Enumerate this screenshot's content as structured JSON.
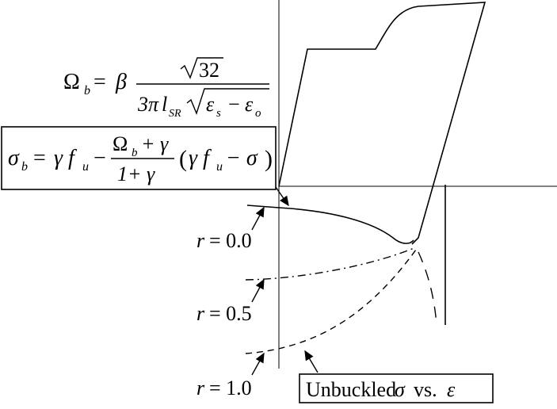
{
  "equations": {
    "omega_b": {
      "lhs": "Ω",
      "lhs_sub": "b",
      "equals": "=",
      "coef": "β",
      "num_root": "32",
      "den_lead": "3π",
      "den_l": "l",
      "den_l_sub": "SR",
      "den_eps_s": "ε",
      "den_eps_s_sub": "s",
      "den_minus": "−",
      "den_eps_o": "ε",
      "den_eps_o_sub": "o"
    },
    "sigma_b": {
      "lhs": "σ",
      "lhs_sub": "b",
      "equals": "=",
      "term1": "γ f",
      "term1_sub": "u",
      "minus": "−",
      "frac_num_omega": "Ω",
      "frac_num_sub": "b",
      "frac_num_rest": "+ γ",
      "frac_den": "1+ γ",
      "paren_open": "(",
      "paren_term": "γ f",
      "paren_term_sub": "u",
      "paren_rest": "− σ",
      "paren_close": ")"
    }
  },
  "curve_labels": [
    {
      "var": "r",
      "eq": "= 0.0"
    },
    {
      "var": "r",
      "eq": "= 0.5"
    },
    {
      "var": "r",
      "eq": "= 1.0"
    }
  ],
  "unbuckled_label": {
    "text": "Unbuckled",
    "sigma": "σ",
    "vs": "vs.",
    "eps": "ε"
  },
  "line_styles": {
    "r_0_0": "solid",
    "r_0_5": "dash-dot",
    "r_1_0": "dashed",
    "unbuckled": "dashed"
  },
  "stroke_color": "#000000"
}
